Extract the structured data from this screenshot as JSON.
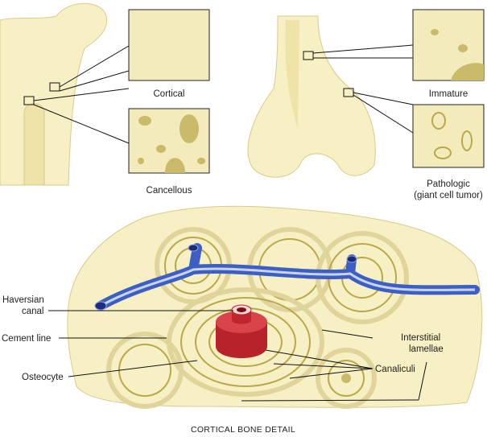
{
  "labels": {
    "cortical": "Cortical",
    "cancellous": "Cancellous",
    "immature": "Immature",
    "pathologic_line1": "Pathologic",
    "pathologic_line2": "(giant cell tumor)",
    "haversian_line1": "Haversian",
    "haversian_line2": "canal",
    "cement_line": "Cement line",
    "osteocyte": "Osteocyte",
    "interstitial_line1": "Interstitial",
    "interstitial_line2": "lamellae",
    "canaliculi": "Canaliculi"
  },
  "caption": "CORTICAL BONE DETAIL",
  "colors": {
    "bone": "#f7f0c4",
    "vessel": "#3d5fc4",
    "canal": "#c0272d",
    "texture": "#b9a84a"
  }
}
